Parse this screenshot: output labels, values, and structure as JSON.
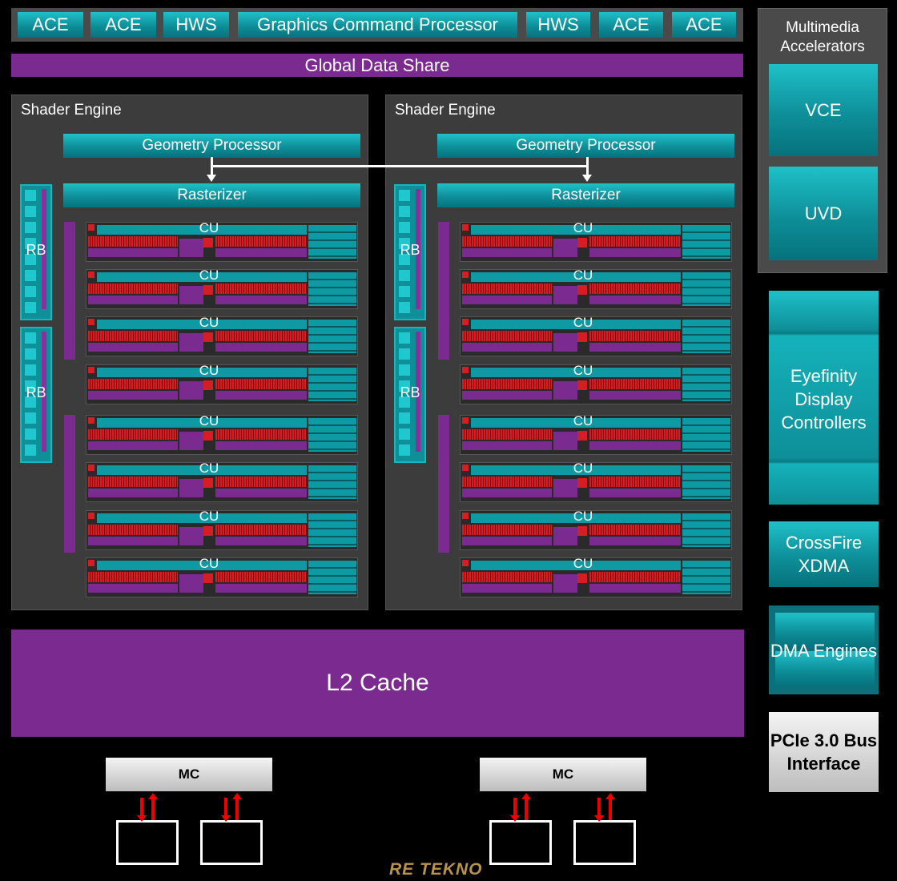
{
  "top": {
    "boxes": [
      "ACE",
      "ACE",
      "HWS",
      "Graphics Command Processor",
      "HWS",
      "ACE",
      "ACE"
    ],
    "global_data_share": "Global Data Share"
  },
  "shader_engines": [
    {
      "title": "Shader Engine",
      "geometry": "Geometry Processor",
      "rasterizer": "Rasterizer",
      "rb": [
        "RB",
        "RB"
      ],
      "cus": [
        "CU",
        "CU",
        "CU",
        "CU",
        "CU",
        "CU",
        "CU",
        "CU"
      ]
    },
    {
      "title": "Shader Engine",
      "geometry": "Geometry Processor",
      "rasterizer": "Rasterizer",
      "rb": [
        "RB",
        "RB"
      ],
      "cus": [
        "CU",
        "CU",
        "CU",
        "CU",
        "CU",
        "CU",
        "CU",
        "CU"
      ]
    }
  ],
  "right": {
    "multimedia_title": "Multimedia Accelerators",
    "vce": "VCE",
    "uvd": "UVD",
    "eyefinity": "Eyefinity Display Controllers",
    "crossfire": "CrossFire XDMA",
    "dma": "DMA Engines",
    "pcie": "PCIe 3.0 Bus Interface"
  },
  "l2_cache": "L2 Cache",
  "memory_controllers": [
    "MC",
    "MC"
  ],
  "watermark": "RE TEKNO"
}
